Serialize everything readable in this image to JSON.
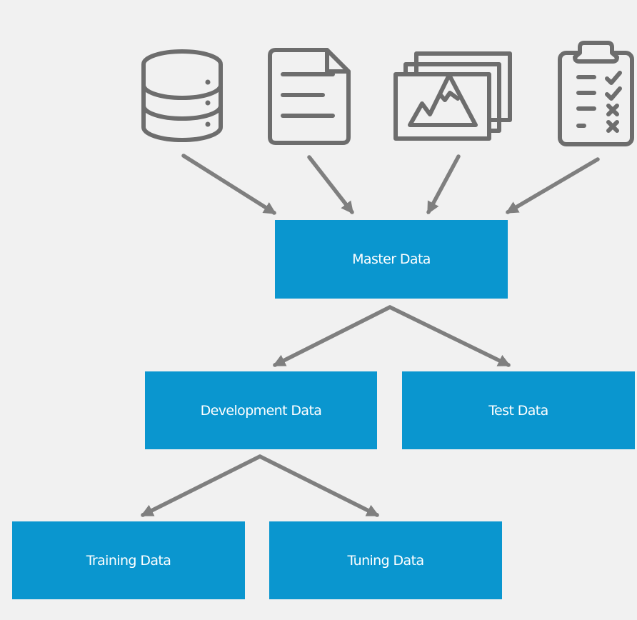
{
  "colors": {
    "background": "#f1f1f1",
    "box": "#0a96cf",
    "box_text": "#ffffff",
    "icon_stroke": "#6d6d6d",
    "arrow": "#7f7f7f"
  },
  "sources": [
    {
      "icon": "database-icon"
    },
    {
      "icon": "document-icon"
    },
    {
      "icon": "image-gallery-icon"
    },
    {
      "icon": "checklist-clipboard-icon"
    }
  ],
  "nodes": {
    "master": "Master Data",
    "development": "Development Data",
    "test": "Test Data",
    "training": "Training Data",
    "tuning": "Tuning Data"
  },
  "edges": [
    {
      "from": "database-icon",
      "to": "master"
    },
    {
      "from": "document-icon",
      "to": "master"
    },
    {
      "from": "image-gallery-icon",
      "to": "master"
    },
    {
      "from": "checklist-clipboard-icon",
      "to": "master"
    },
    {
      "from": "master",
      "to": "development"
    },
    {
      "from": "master",
      "to": "test"
    },
    {
      "from": "development",
      "to": "training"
    },
    {
      "from": "development",
      "to": "tuning"
    }
  ]
}
